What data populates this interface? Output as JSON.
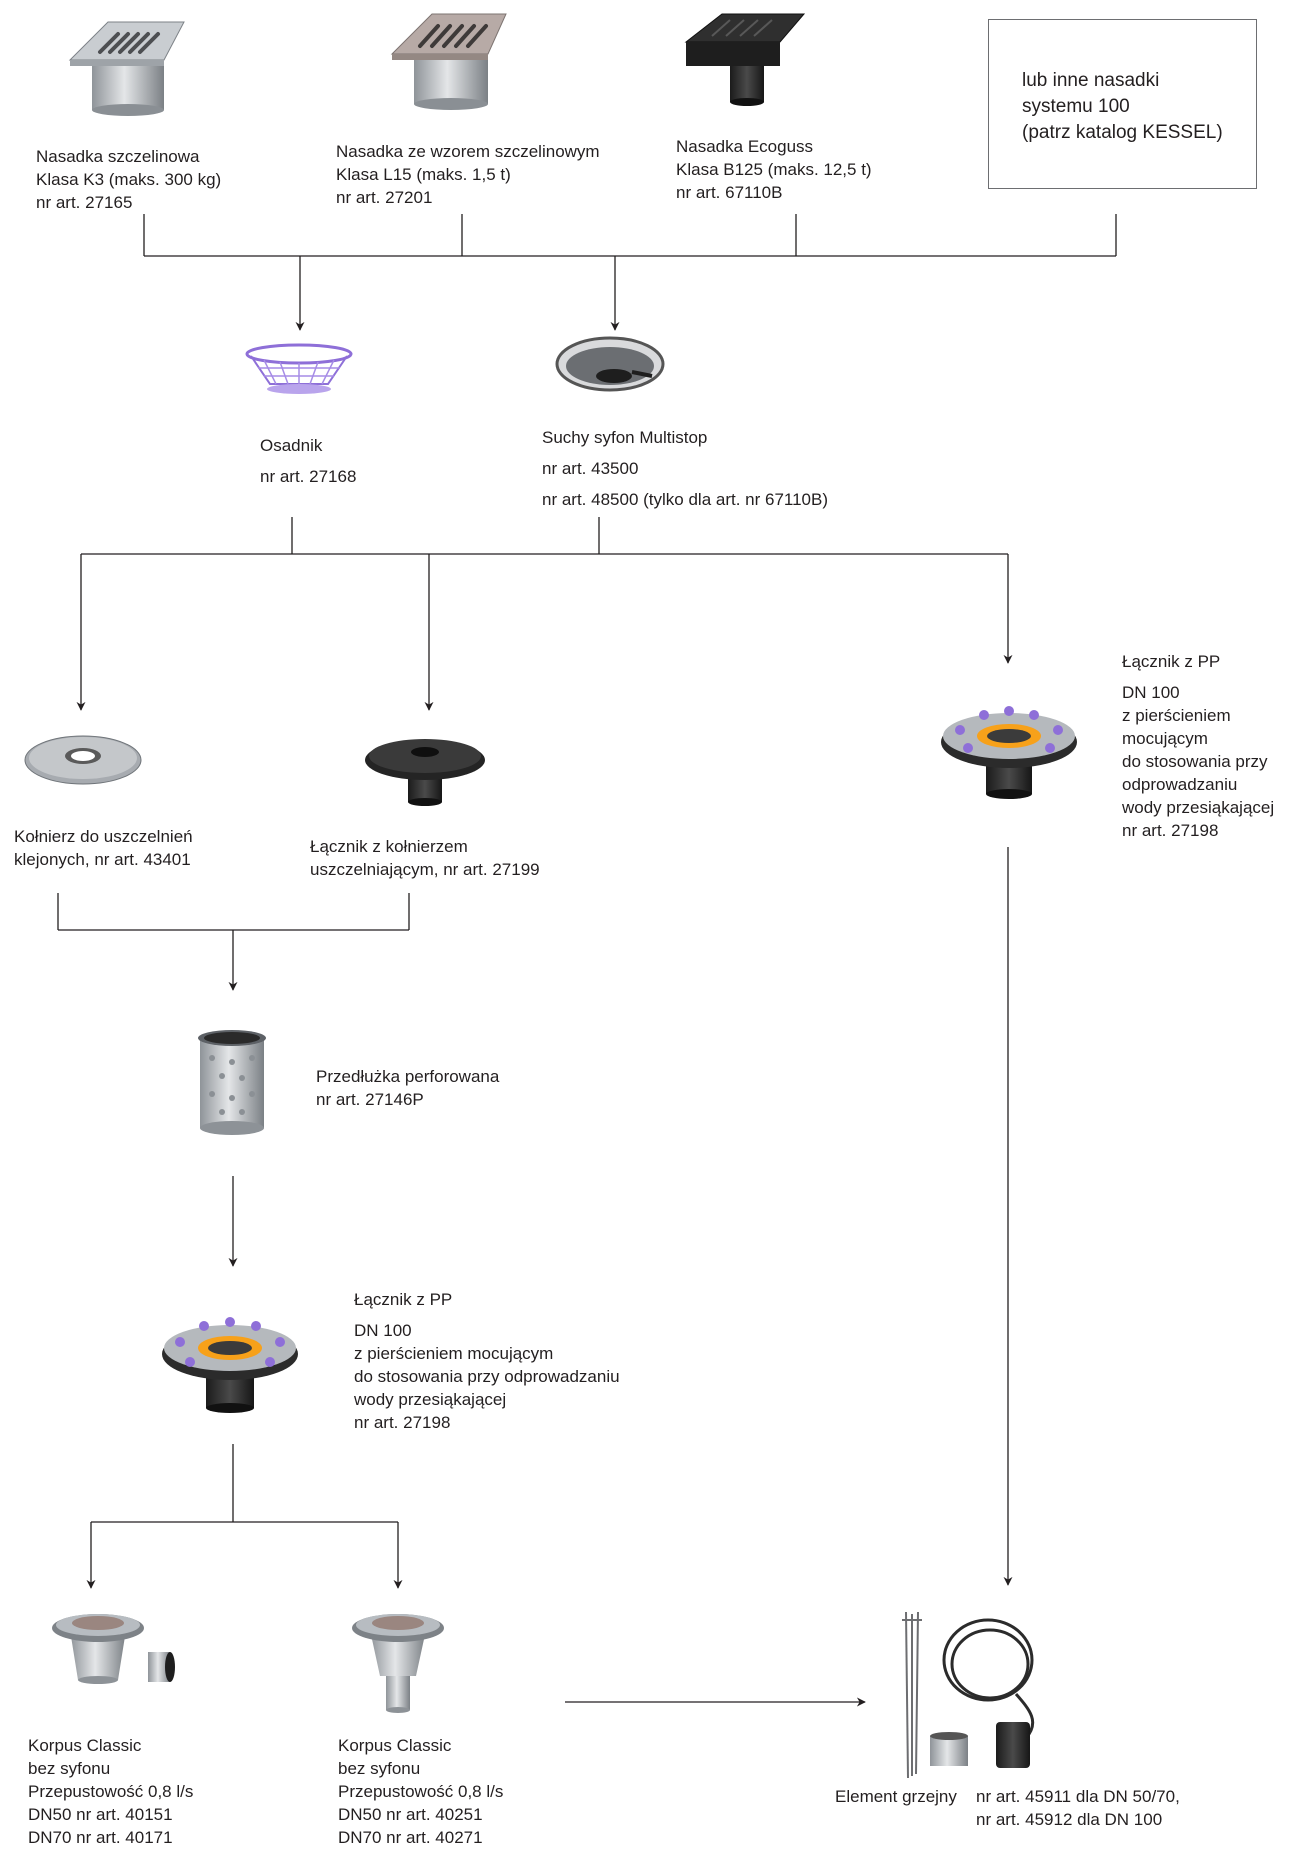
{
  "products": {
    "cover_k3": [
      "Nasadka szczelinowa",
      "Klasa K3 (maks. 300 kg)",
      "nr art. 27165"
    ],
    "cover_l15": [
      "Nasadka ze wzorem szczelinowym",
      "Klasa L15 (maks. 1,5 t)",
      "nr art. 27201"
    ],
    "cover_ecoguss": [
      "Nasadka Ecoguss",
      "Klasa B125 (maks. 12,5 t)",
      "nr art. 67110B"
    ],
    "other_covers": [
      "lub inne nasadki",
      "systemu 100",
      "(patrz katalog KESSEL)"
    ],
    "sediment_bucket": [
      "Osadnik",
      "nr art. 27168"
    ],
    "multistop": [
      "Suchy syfon Multistop",
      "nr art. 43500",
      "nr art. 48500 (tylko dla art. nr 67110B)"
    ],
    "sealing_flange": [
      "Kołnierz do uszczelnień",
      "klejonych, nr art. 43401"
    ],
    "flange_adapter": [
      "Łącznik z kołnierzem",
      "uszczelniającym, nr art. 27199"
    ],
    "pp_adapter_right": {
      "title": "Łącznik z PP",
      "lines": [
        "DN 100",
        "z pierścieniem",
        "mocującym",
        "do stosowania przy",
        "odprowadzaniu",
        "wody przesiąkającej",
        "nr art. 27198"
      ]
    },
    "perforated_extension": [
      "Przedłużka perforowana",
      "nr art. 27146P"
    ],
    "pp_adapter_center": {
      "title": "Łącznik z PP",
      "lines": [
        "DN 100",
        "z pierścieniem mocującym",
        "do stosowania przy odprowadzaniu",
        "wody przesiąkającej",
        "nr art. 27198"
      ]
    },
    "body_side": [
      "Korpus Classic",
      "bez syfonu",
      "Przepustowość 0,8 l/s",
      "DN50 nr art. 40151",
      "DN70 nr art. 40171"
    ],
    "body_vertical": [
      "Korpus Classic",
      "bez syfonu",
      "Przepustowość 0,8 l/s",
      "DN50 nr art. 40251",
      "DN70 nr art. 40271"
    ],
    "heating_element": {
      "name": "Element grzejny",
      "lines": [
        "nr art. 45911 dla DN 50/70,",
        "nr art. 45912 dla DN 100"
      ]
    }
  },
  "colors": {
    "line": "#231f20",
    "metal": "#b8bcc0",
    "dark": "#2b2b2b",
    "orange": "#f7a11a",
    "violet": "#8e6fd8"
  }
}
